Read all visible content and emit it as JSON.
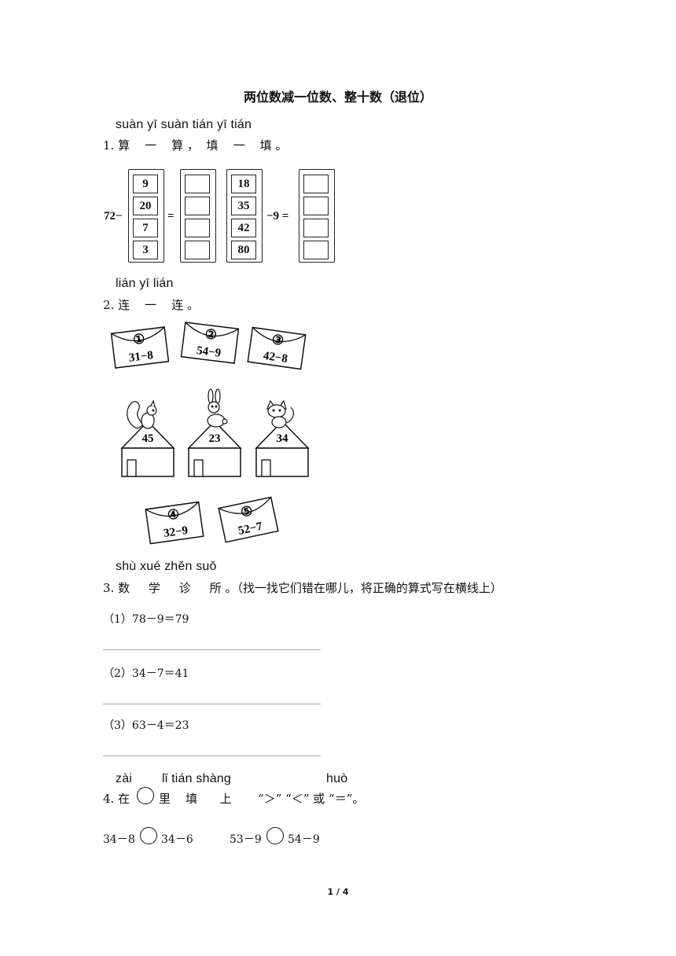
{
  "title": "两位数减一位数、整十数（退位）",
  "q1": {
    "pinyin": "suàn  yī  suàn    tián  yī  tián",
    "text": "1. 算    一    算 ，  填    一    填 。",
    "left_prefix": "72−",
    "left_values": [
      "9",
      "20",
      "7",
      "3"
    ],
    "equals": "=",
    "right_values": [
      "18",
      "35",
      "42",
      "80"
    ],
    "right_suffix": "−9 ="
  },
  "q2": {
    "pinyin": "lián  yī  lián",
    "text": "2. 连    一    连 。",
    "envelopes": [
      {
        "num": "①",
        "expr": "31−8"
      },
      {
        "num": "②",
        "expr": "54−9"
      },
      {
        "num": "③",
        "expr": "42−8"
      },
      {
        "num": "④",
        "expr": "32−9"
      },
      {
        "num": "⑤",
        "expr": "52−7"
      }
    ],
    "houses": [
      {
        "animal": "squirrel-icon",
        "value": "45"
      },
      {
        "animal": "rabbit-icon",
        "value": "23"
      },
      {
        "animal": "cat-icon",
        "value": "34"
      }
    ]
  },
  "q3": {
    "pinyin": "shù  xué  zhěn  suǒ",
    "text": "3. 数     学     诊     所 。（找一找它们错在哪儿，将正确的算式写在横线上）",
    "items": [
      "（1）78－9＝79",
      "（2）34－7＝41",
      "（3）63－4＝23"
    ]
  },
  "q4": {
    "pinyin_a": "zài",
    "pinyin_b": "lǐ  tián  shàng",
    "pinyin_c": "huò",
    "prefix": "4. 在",
    "text": "里    填      上       “＞” “＜” 或 “＝”。",
    "items": [
      {
        "left": "34－8",
        "right": "34－6"
      },
      {
        "left": "53－9",
        "right": "54－9"
      }
    ]
  },
  "footer": "1 / 4"
}
